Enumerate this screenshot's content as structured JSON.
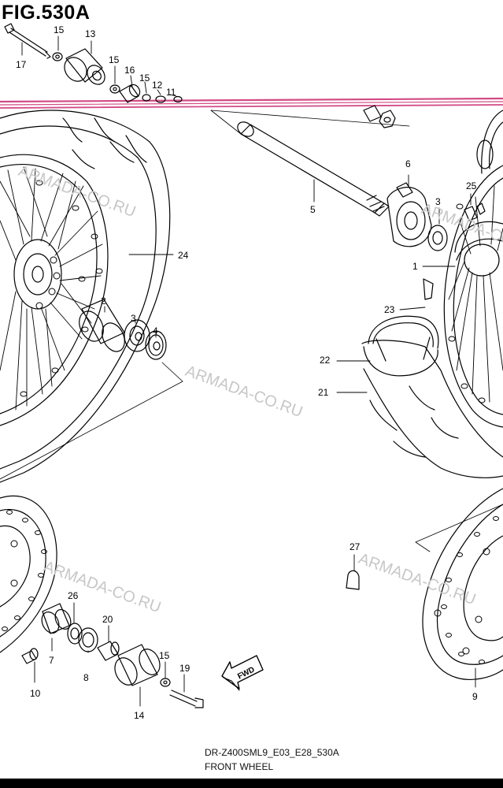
{
  "figure": {
    "title": "FIG.530A",
    "code": "DR-Z400SML9_E03_E28_530A",
    "name": "FRONT WHEEL"
  },
  "watermark": "ARMADA-CO.RU",
  "fwd_label": "FWD",
  "callouts": [
    {
      "id": "p17",
      "label": "17"
    },
    {
      "id": "p15a",
      "label": "15"
    },
    {
      "id": "p13",
      "label": "13"
    },
    {
      "id": "p15b",
      "label": "15"
    },
    {
      "id": "p16",
      "label": "16"
    },
    {
      "id": "p15c",
      "label": "15"
    },
    {
      "id": "p12",
      "label": "12"
    },
    {
      "id": "p11",
      "label": "11"
    },
    {
      "id": "p6",
      "label": "6"
    },
    {
      "id": "p5",
      "label": "5"
    },
    {
      "id": "p3a",
      "label": "3"
    },
    {
      "id": "p25",
      "label": "25"
    },
    {
      "id": "p24",
      "label": "24"
    },
    {
      "id": "p1",
      "label": "1"
    },
    {
      "id": "p2",
      "label": "2"
    },
    {
      "id": "p23",
      "label": "23"
    },
    {
      "id": "p3b",
      "label": "3"
    },
    {
      "id": "p4",
      "label": "4"
    },
    {
      "id": "p22",
      "label": "22"
    },
    {
      "id": "p21",
      "label": "21"
    },
    {
      "id": "p27",
      "label": "27"
    },
    {
      "id": "p26",
      "label": "26"
    },
    {
      "id": "p20",
      "label": "20"
    },
    {
      "id": "p7",
      "label": "7"
    },
    {
      "id": "p15d",
      "label": "15"
    },
    {
      "id": "p19",
      "label": "19"
    },
    {
      "id": "p8",
      "label": "8"
    },
    {
      "id": "p10",
      "label": "10"
    },
    {
      "id": "p14",
      "label": "14"
    },
    {
      "id": "p9",
      "label": "9"
    }
  ]
}
